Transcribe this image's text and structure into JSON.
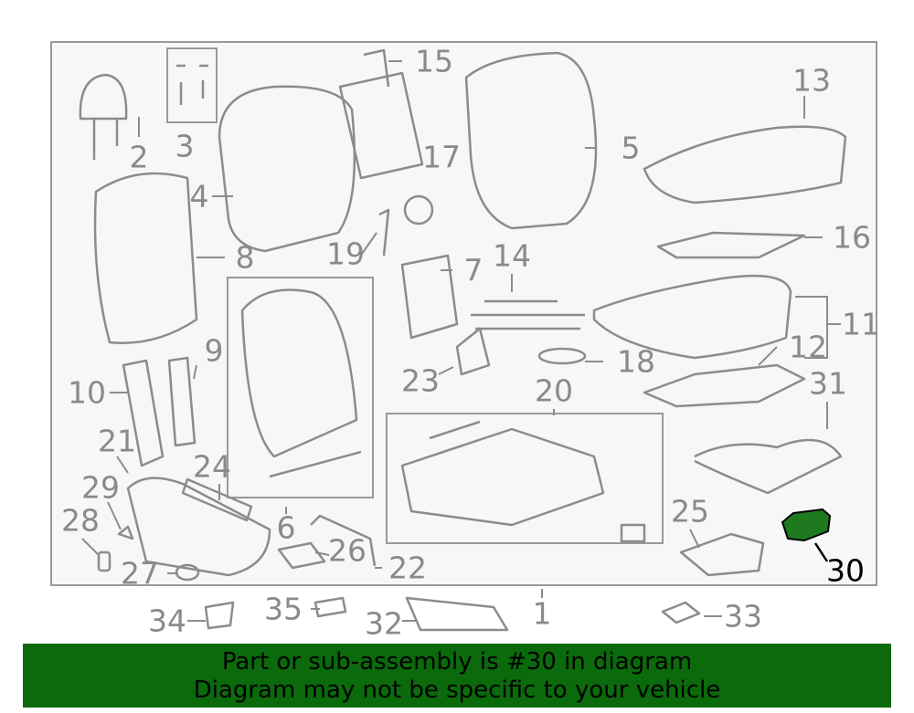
{
  "diagram": {
    "highlight_part": "30",
    "highlight_color": "#1f7a1f",
    "labels": [
      "1",
      "2",
      "3",
      "4",
      "5",
      "6",
      "7",
      "8",
      "9",
      "10",
      "11",
      "12",
      "13",
      "14",
      "15",
      "16",
      "17",
      "18",
      "19",
      "20",
      "21",
      "22",
      "23",
      "24",
      "25",
      "26",
      "27",
      "28",
      "29",
      "30",
      "31",
      "32",
      "33",
      "34",
      "35"
    ]
  },
  "banner": {
    "line1": "Part or sub-assembly is #30 in diagram",
    "line2": "Diagram may not be specific to your vehicle",
    "color": "#0b6a0b"
  }
}
